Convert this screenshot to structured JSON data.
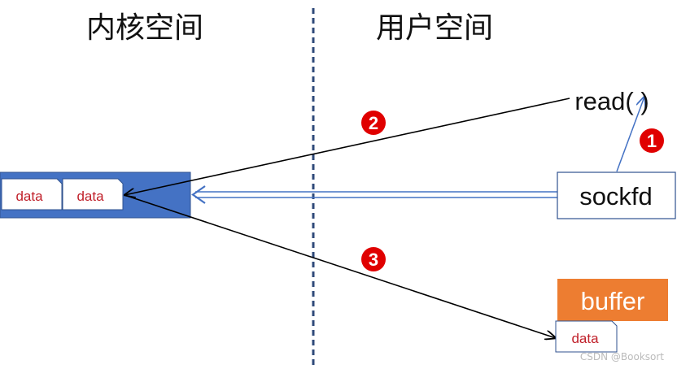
{
  "headings": {
    "kernel_space": "内核空间",
    "user_space": "用户空间"
  },
  "kernel_buffer": {
    "packets": [
      "data",
      "data"
    ]
  },
  "user_side": {
    "read_call": "read( )",
    "socket": "sockfd",
    "buffer": "buffer",
    "buffer_data": "data"
  },
  "steps": [
    "1",
    "2",
    "3"
  ],
  "watermark": "CSDN @Booksort",
  "colors": {
    "divider": "#2f4a7a",
    "kernel_block": "#4472c4",
    "socket_arrow": "#4472c4",
    "buffer_fill": "#ed7d31",
    "badge": "#e00000",
    "data_text": "#c0202a",
    "arrow": "#000000"
  }
}
